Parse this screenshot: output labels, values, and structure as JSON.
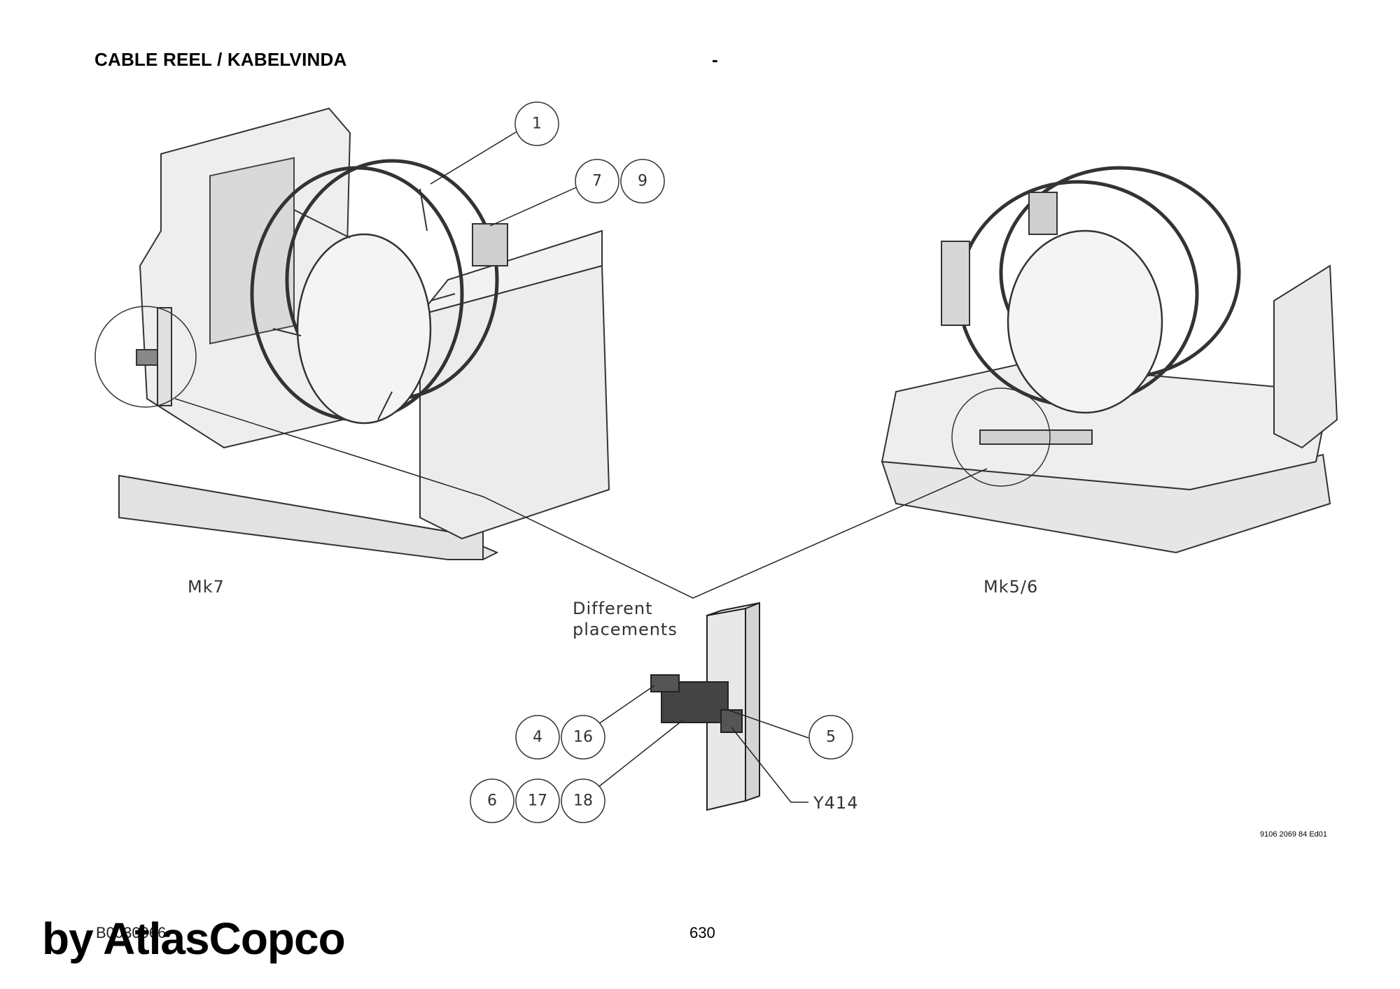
{
  "header": {
    "title": "CABLE REEL / KABELVINDA",
    "dash": "-"
  },
  "views": {
    "left_label": "Mk7",
    "right_label": "Mk5/6",
    "placements_line1": "Different",
    "placements_line2": "placements"
  },
  "callouts": {
    "b1": "1",
    "b7": "7",
    "b9": "9",
    "b4": "4",
    "b16": "16",
    "b5": "5",
    "b6": "6",
    "b17": "17",
    "b18": "18",
    "y414": "Y414"
  },
  "footer": {
    "doc_number": "9106 2069 84 Ed01",
    "part_number": "B0030966",
    "page": "630",
    "watermark": "by AtlasCopco"
  }
}
